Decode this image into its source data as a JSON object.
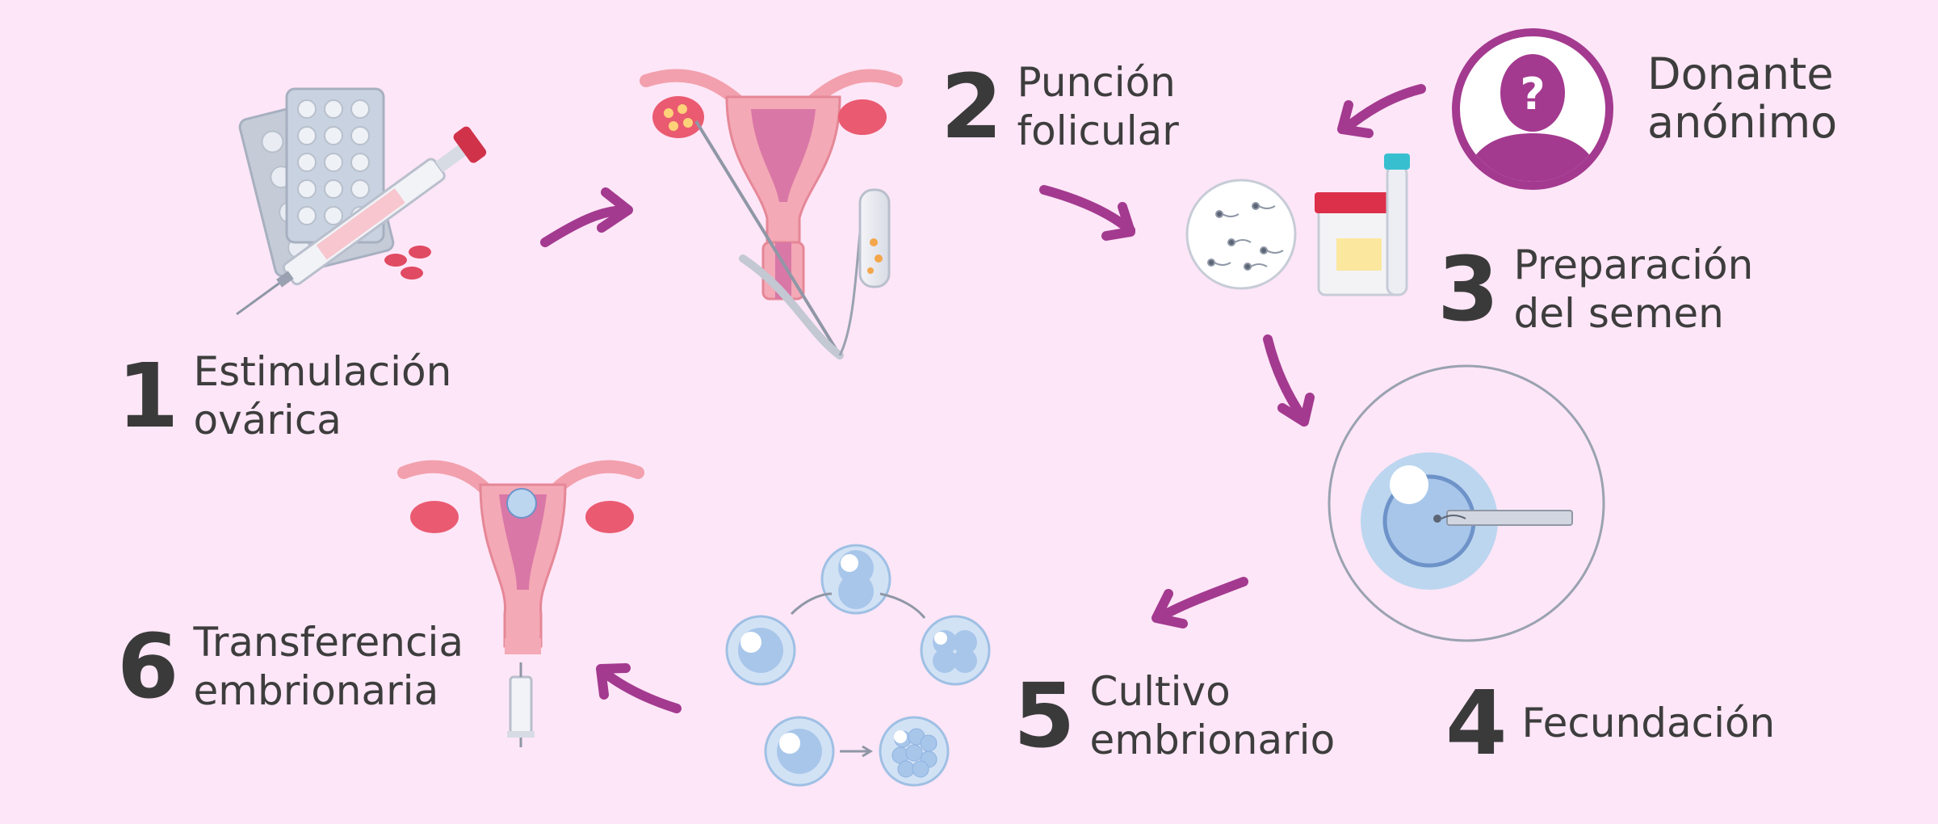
{
  "steps": [
    {
      "number": "1",
      "line1": "Estimulación",
      "line2": "ovárica"
    },
    {
      "number": "2",
      "line1": "Punción",
      "line2": "folicular"
    },
    {
      "number": "3",
      "line1": "Preparación",
      "line2": "del semen"
    },
    {
      "number": "4",
      "line1": "Fecundación",
      "line2": ""
    },
    {
      "number": "5",
      "line1": "Cultivo",
      "line2": "embrionario"
    },
    {
      "number": "6",
      "line1": "Transferencia",
      "line2": "embrionaria"
    }
  ],
  "donor": {
    "line1": "Donante",
    "line2": "anónimo"
  },
  "colors": {
    "background": "#fde6f7",
    "arrow": "#a33a8f",
    "donor": "#a33a8f",
    "text": "#3d3d3d",
    "uterus": "#f6a6b2",
    "ovary": "#e9576e",
    "cell": "#bcd6ef"
  }
}
